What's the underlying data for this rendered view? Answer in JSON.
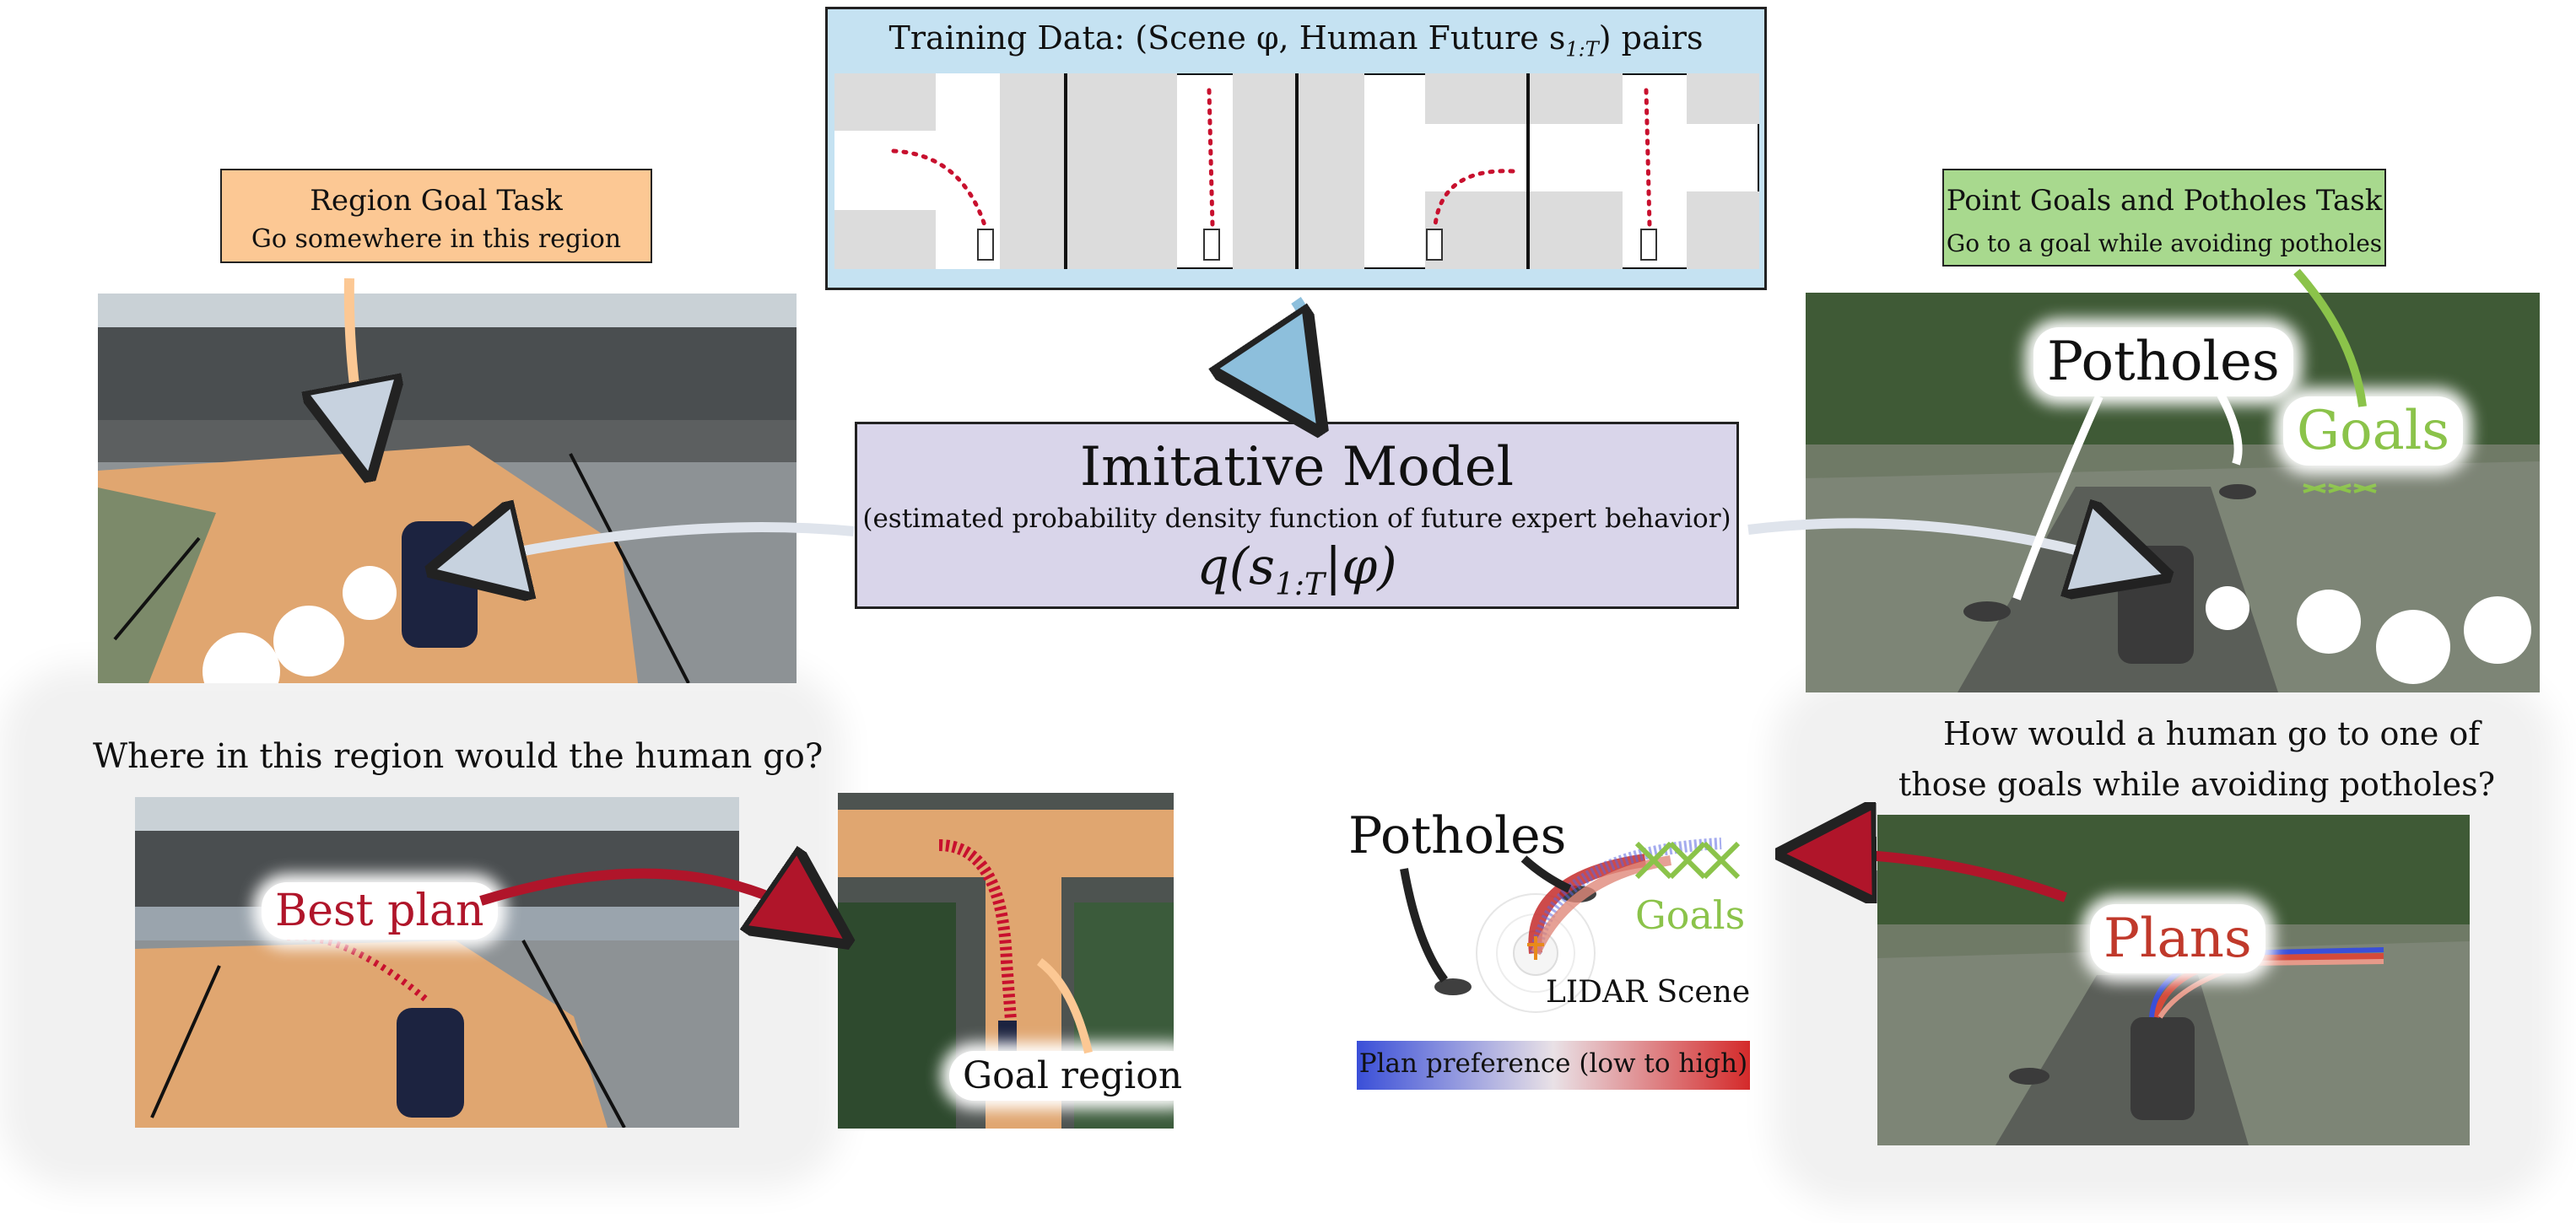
{
  "training": {
    "title": "Training Data: (Scene φ, Human Future s",
    "title_sub": "1:T",
    "title_tail": ") pairs"
  },
  "model": {
    "title": "Imitative Model",
    "subtitle": "(estimated probability density function of future expert behavior)",
    "formula": "q(s",
    "formula_sub": "1:T",
    "formula_tail": "|φ)"
  },
  "region_task": {
    "title": "Region Goal Task",
    "subtitle": "Go somewhere in this region",
    "question": "Where in this region would the human go?",
    "best_plan_label": "Best plan",
    "goal_region_label": "Goal region"
  },
  "point_task": {
    "title": "Point Goals and Potholes Task",
    "subtitle": "Go to a goal while avoiding potholes",
    "potholes_label": "Potholes",
    "goals_label": "Goals",
    "question_line1": "How would a human go to one of",
    "question_line2": "those goals while avoiding potholes?",
    "lidar_potholes_label": "Potholes",
    "lidar_goals_label": "Goals",
    "lidar_scene_label": "LIDAR Scene",
    "plans_label": "Plans",
    "colorbar_label": "Plan preference (low to high)"
  },
  "colors": {
    "region_box": "#fcc894",
    "point_box": "#a8d98e",
    "training_box": "#c5e2f2",
    "model_box": "#d9d5ea",
    "trajectory_red": "#c8102e",
    "goals_green": "#8bc34a",
    "best_plan_red": "#b0152a",
    "plans_red": "#c0392b",
    "colorbar_low": "#3a4fd8",
    "colorbar_high": "#d42a2a"
  }
}
